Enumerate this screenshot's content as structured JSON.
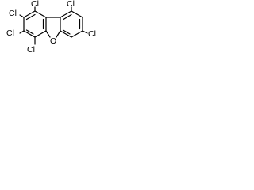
{
  "molecule": {
    "atoms": {
      "cl_1": "Cl",
      "cl_2": "Cl",
      "cl_3": "Cl",
      "cl_4": "Cl",
      "cl_7": "Cl",
      "cl_9": "Cl",
      "oxygen": "O"
    }
  }
}
